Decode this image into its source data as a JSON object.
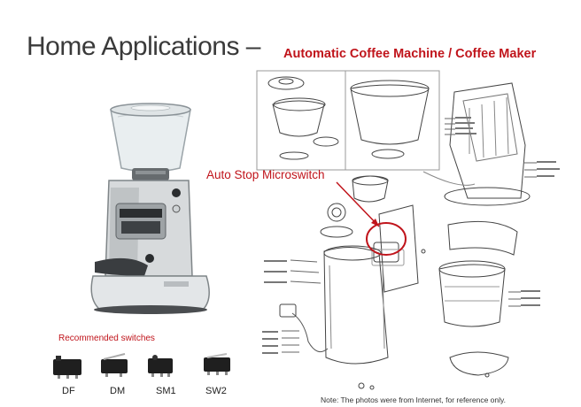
{
  "slide": {
    "title": "Home Applications –",
    "subtitle": "Automatic Coffee Machine / Coffee Maker",
    "callout": "Auto Stop Microswitch",
    "recommended_label": "Recommended switches",
    "switches": [
      {
        "label": "DF"
      },
      {
        "label": "DM"
      },
      {
        "label": "SM1"
      },
      {
        "label": "SW2"
      }
    ],
    "note": "Note:  The photos were from Internet, for reference only."
  },
  "colors": {
    "accent_red": "#c0141b",
    "title_gray": "#3a3a3a"
  }
}
